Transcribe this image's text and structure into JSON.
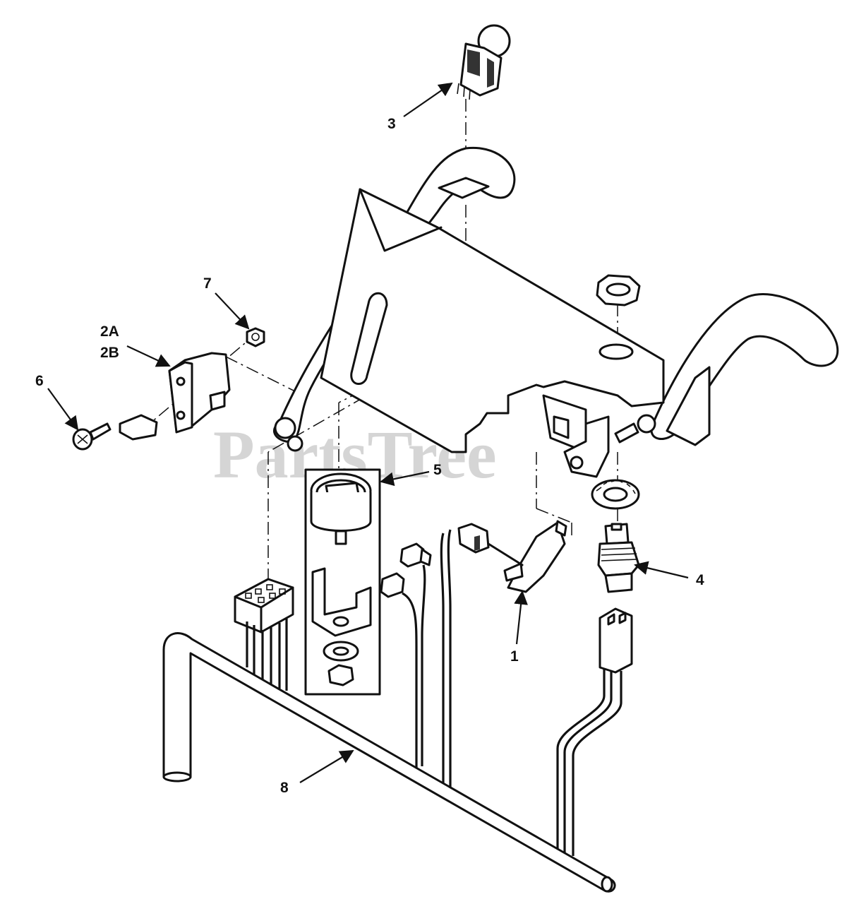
{
  "watermark": "PartsTree",
  "callouts": {
    "c1": "1",
    "c2a": "2A",
    "c2b": "2B",
    "c3": "3",
    "c4": "4",
    "c5": "5",
    "c6": "6",
    "c7": "7",
    "c8": "8"
  }
}
